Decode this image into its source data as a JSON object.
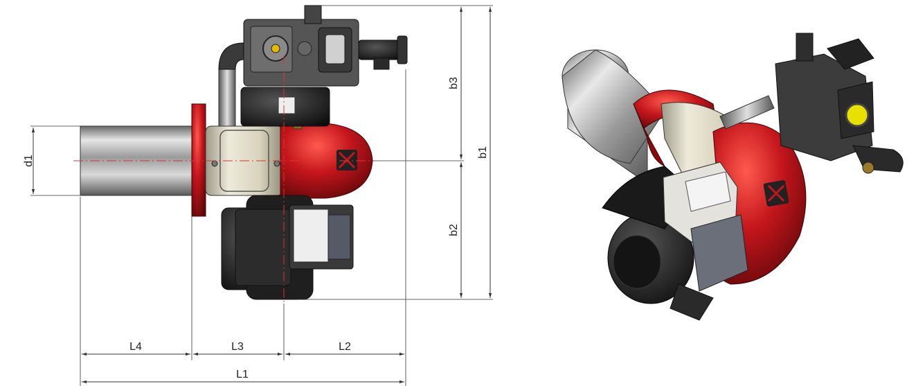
{
  "dimensions": {
    "d1": "d1",
    "b1": "b1",
    "b2": "b2",
    "b3": "b3",
    "L1": "L1",
    "L2": "L2",
    "L3": "L3",
    "L4": "L4"
  },
  "colors": {
    "burner_red": "#c4161c",
    "burner_red_dark": "#7d0b0f",
    "steel": "#b8b8b8",
    "motor_black": "#1c1c1c",
    "body_grey": "#4a4a4a",
    "housing_cream": "#ddd8c4",
    "dimension_line": "#333333",
    "axis_line": "#dd3333",
    "solenoid_yellow": "#e8e000"
  }
}
